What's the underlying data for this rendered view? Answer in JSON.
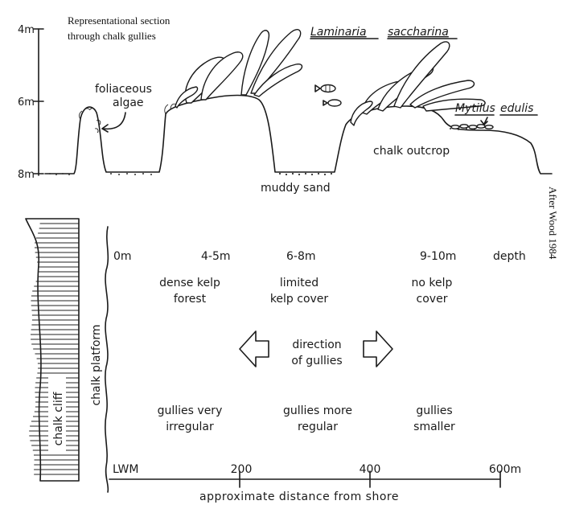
{
  "section": {
    "title_line1": "Representational section",
    "title_line2": "through chalk gullies",
    "depth_ticks": [
      "4m",
      "6m",
      "8m"
    ],
    "labels": {
      "foliaceous_1": "foliaceous",
      "foliaceous_2": "algae",
      "laminaria_genus": "Laminaria",
      "laminaria_species": "saccharina",
      "mytilus_genus": "Mytilus",
      "mytilus_species": "edulis",
      "chalk_outcrop": "chalk outcrop",
      "muddy_sand": "muddy sand"
    },
    "credit": "After Wood 1984"
  },
  "plan": {
    "depths": {
      "d0": "0m",
      "d1": "4-5m",
      "d2": "6-8m",
      "d3": "9-10m",
      "label": "depth"
    },
    "kelp": {
      "z1_a": "dense kelp",
      "z1_b": "forest",
      "z2_a": "limited",
      "z2_b": "kelp cover",
      "z3_a": "no kelp",
      "z3_b": "cover"
    },
    "direction_a": "direction",
    "direction_b": "of gullies",
    "gullies": {
      "z1_a": "gullies very",
      "z1_b": "irregular",
      "z2_a": "gullies more",
      "z2_b": "regular",
      "z3_a": "gullies",
      "z3_b": "smaller"
    },
    "chalk_cliff": "chalk cliff",
    "chalk_platform": "chalk platform",
    "axis": {
      "lwm": "LWM",
      "ticks": [
        "200",
        "400",
        "600m"
      ],
      "label": "approximate distance from shore"
    }
  }
}
